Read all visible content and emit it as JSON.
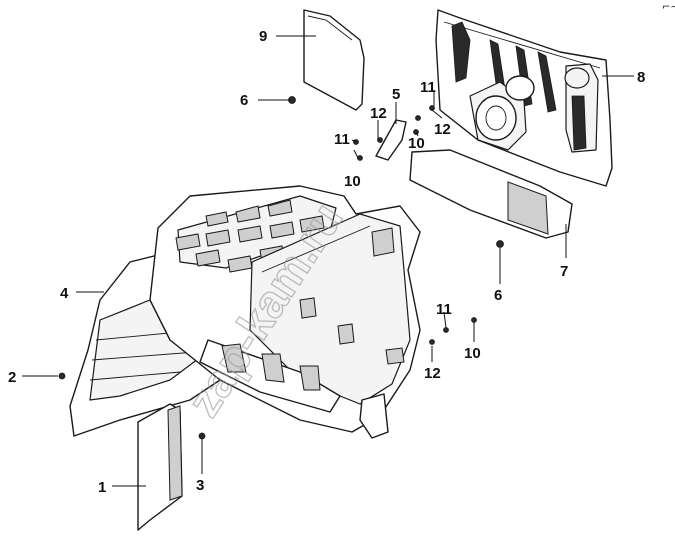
{
  "diagram": {
    "corner_mark": "⌐~",
    "watermark": "zap-kam.ru",
    "callouts": [
      {
        "id": "c1",
        "label": "1"
      },
      {
        "id": "c2",
        "label": "2"
      },
      {
        "id": "c3",
        "label": "3"
      },
      {
        "id": "c4",
        "label": "4"
      },
      {
        "id": "c5",
        "label": "5"
      },
      {
        "id": "c6a",
        "label": "6"
      },
      {
        "id": "c6b",
        "label": "6"
      },
      {
        "id": "c7",
        "label": "7"
      },
      {
        "id": "c8",
        "label": "8"
      },
      {
        "id": "c9",
        "label": "9"
      },
      {
        "id": "c10a",
        "label": "10"
      },
      {
        "id": "c10b",
        "label": "10"
      },
      {
        "id": "c10c",
        "label": "10"
      },
      {
        "id": "c11a",
        "label": "11"
      },
      {
        "id": "c11b",
        "label": "11"
      },
      {
        "id": "c11c",
        "label": "11"
      },
      {
        "id": "c12a",
        "label": "12"
      },
      {
        "id": "c12b",
        "label": "12"
      },
      {
        "id": "c12c",
        "label": "12"
      }
    ]
  }
}
